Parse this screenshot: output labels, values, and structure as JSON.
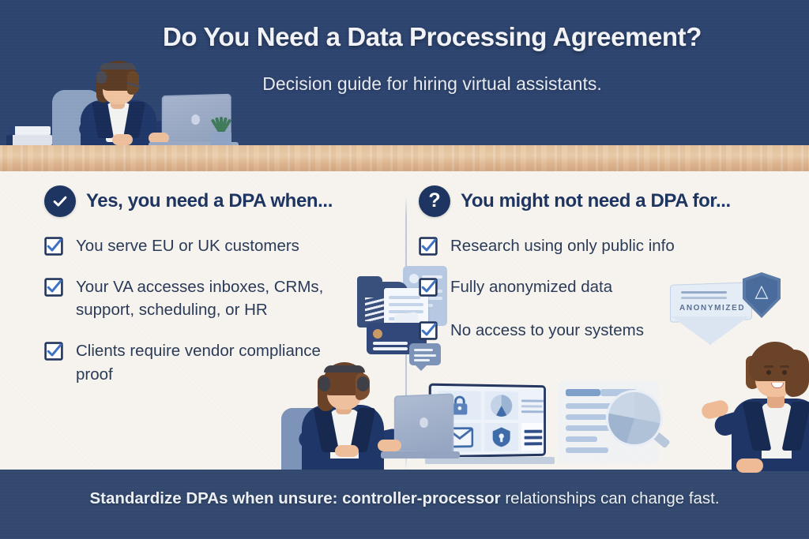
{
  "header": {
    "title": "Do You Need a Data Processing Agreement?",
    "subtitle": "Decision guide for hiring virtual assistants.",
    "bg_color": "#2e4571",
    "illustration": "woman-at-desk-with-headset-and-laptop"
  },
  "columns": {
    "left": {
      "icon": "check-circle-icon",
      "title": "Yes, you need a DPA when...",
      "items": [
        "You serve EU or UK customers",
        "Your VA accesses inboxes, CRMs, support, scheduling, or HR",
        "Clients require vendor compliance proof"
      ],
      "illustration": "documents-folder-id-card-chat-bubbles"
    },
    "right": {
      "icon": "question-circle-icon",
      "title": "You might not need a DPA for...",
      "items": [
        "Research using only public info",
        "Fully anonymized data",
        "No access to your systems"
      ],
      "illustration": "anonymized-envelope-shield-dashboard-magnifier"
    }
  },
  "anonymized_badge": {
    "label": "ANONYMIZED",
    "shield_icon": "shield-anonymity-icon"
  },
  "footer": {
    "bold_text": "Standardize DPAs when unsure: controller-processor",
    "normal_text": " relationships can change fast.",
    "bg_color": "#33496f"
  },
  "colors": {
    "navy": "#2e4571",
    "deep_navy": "#1e3562",
    "body_bg": "#f7f4ef",
    "text": "#2b3b57",
    "checkbox_blue": "#3f73c4",
    "desk_wood": "#e6c49f"
  }
}
